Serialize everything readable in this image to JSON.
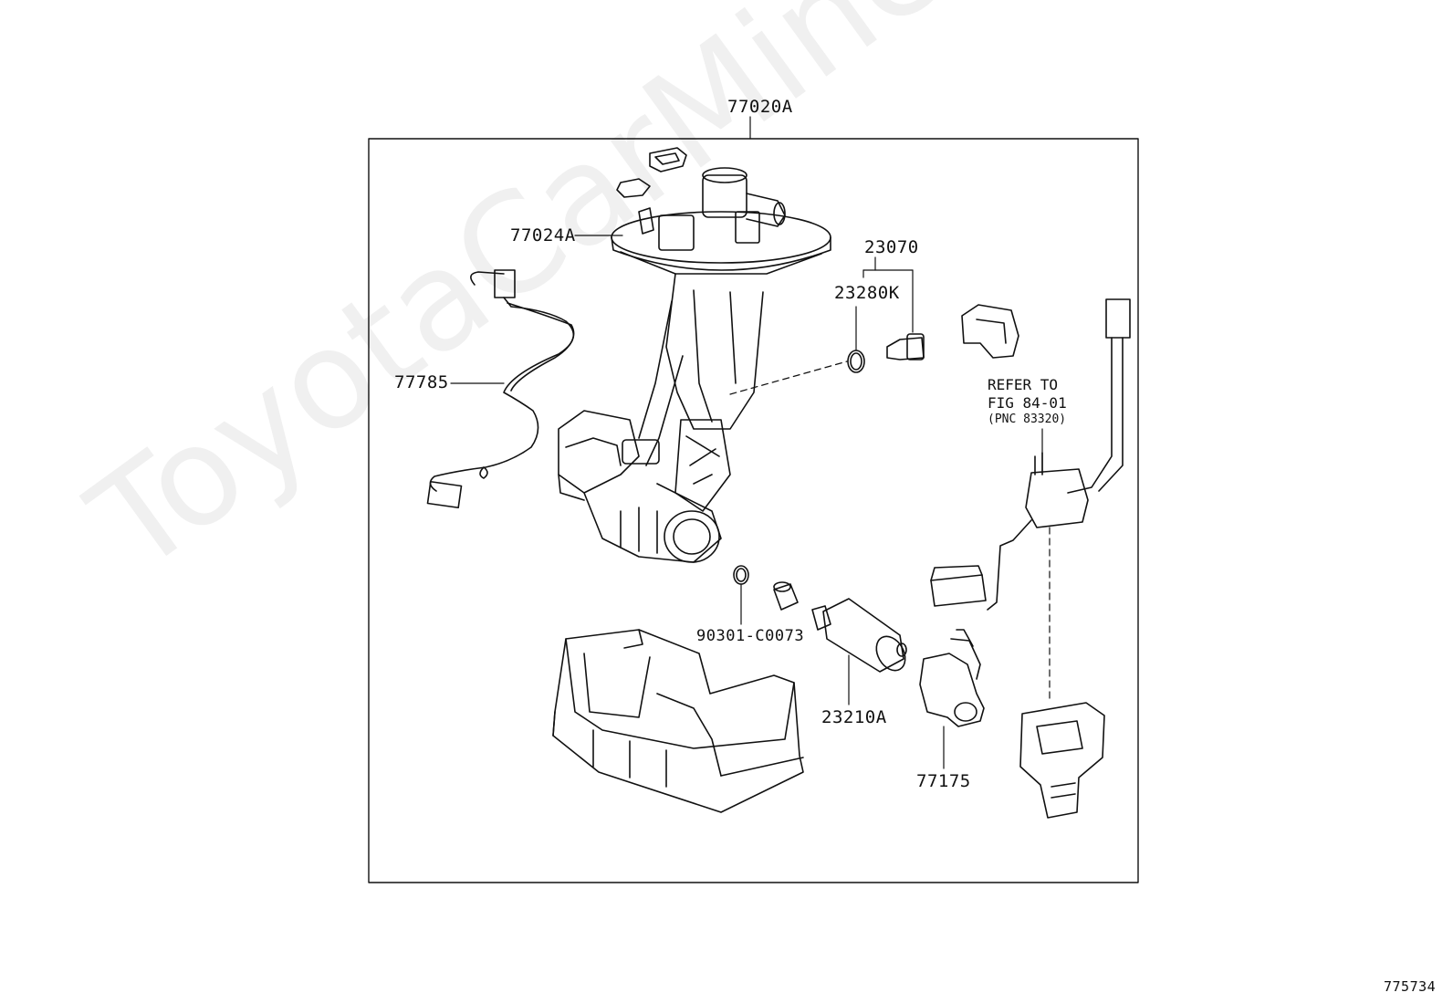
{
  "watermark": "ToyotaCarMine.ru",
  "diagram_id": "775734",
  "labels": {
    "assembly": "77020A",
    "flange": "77024A",
    "harness": "77785",
    "filter_group": "23070",
    "filter_sub": "23280K",
    "o_ring": "90301-C0073",
    "pump": "23210A",
    "regulator": "77175"
  },
  "note": {
    "line1": "REFER TO",
    "line2": "FIG 84-01",
    "line3": "(PNC 83320)"
  }
}
